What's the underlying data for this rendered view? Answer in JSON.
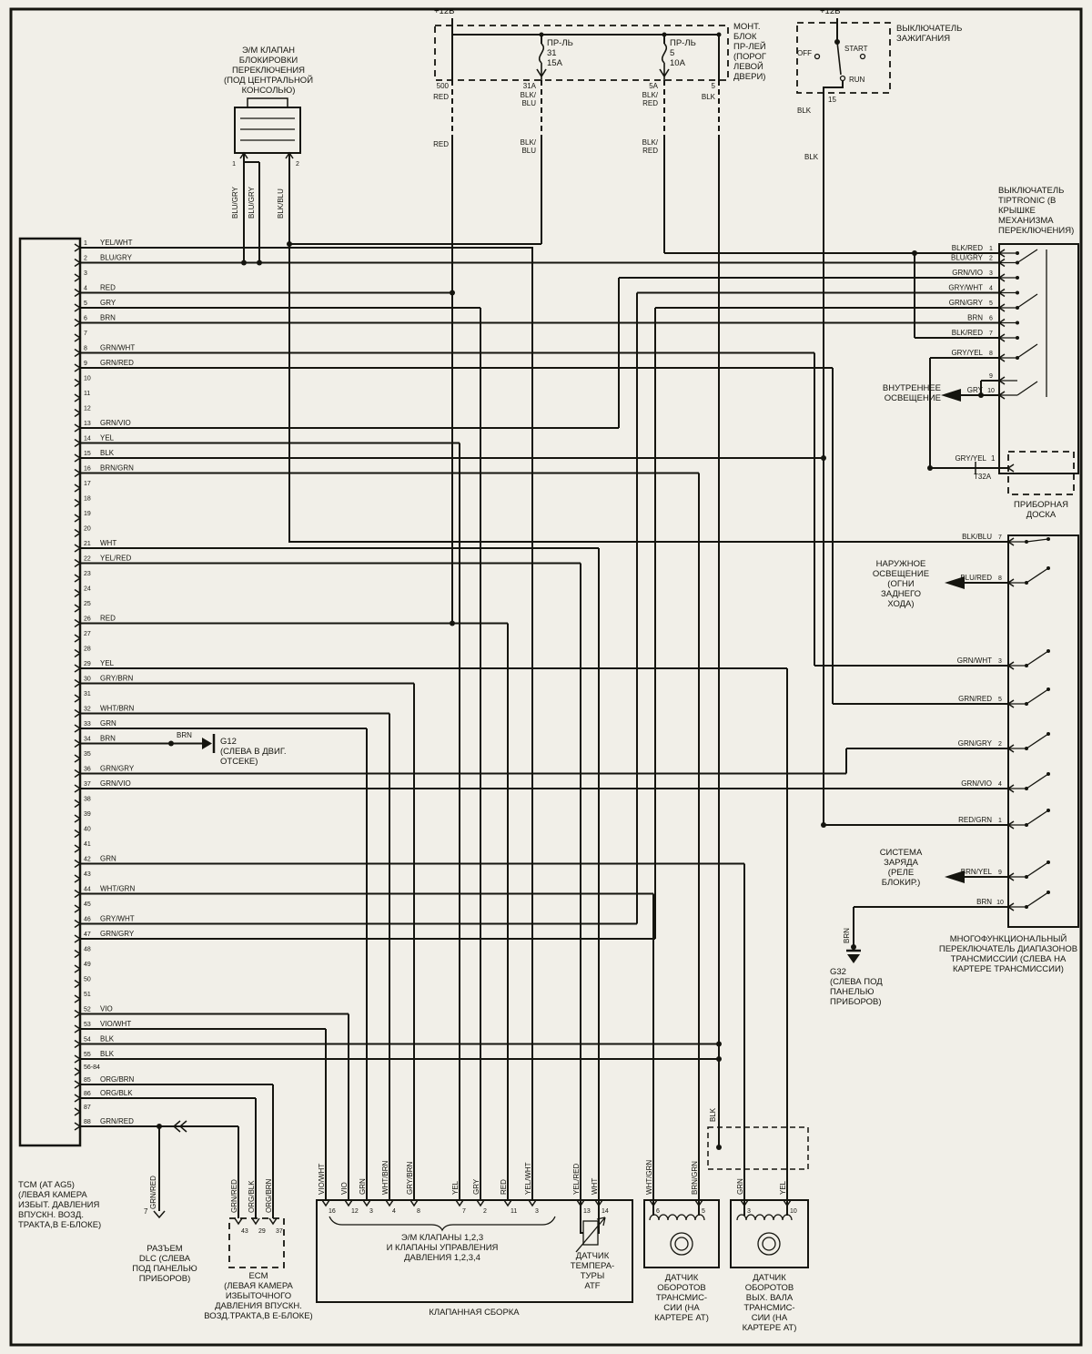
{
  "plus12_left": "+12В",
  "plus12_right": "+12В",
  "solenoid": {
    "label": "Э/М КЛАПАН\nБЛОКИРОВКИ\nПЕРЕКЛЮЧЕНИЯ\n(ПОД ЦЕНТРАЛЬНОЙ\nКОНСОЛЬЮ)",
    "pins": [
      {
        "n": "1",
        "w": "BLU/GRY"
      },
      {
        "n": "2",
        "w": "BLK/BLU"
      }
    ],
    "w_mid": "BLU/GRY"
  },
  "fusebox": {
    "label": "МОНТ.\nБЛОК\nПР-ЛЕЙ\n(ПОРОГ\nЛЕВОЙ\nДВЕРИ)",
    "fuse1": "ПР-ЛЬ\n31\n15А",
    "fuse2": "ПР-ЛЬ\n5\n10А",
    "terminals": [
      {
        "t": "500",
        "w": "RED"
      },
      {
        "t": "31А",
        "w": "BLK/\nBLU"
      },
      {
        "t": "5А",
        "w": "BLK/\nRED"
      },
      {
        "t": "5",
        "w": "BLK"
      }
    ],
    "wire_labels_2": [
      "RED",
      "BLK/\nBLU",
      "BLK/\nRED"
    ]
  },
  "ignition": {
    "label": "ВЫКЛЮЧАТЕЛЬ\nЗАЖИГАНИЯ",
    "off": "OFF",
    "start": "START",
    "run": "RUN",
    "terminal": "15",
    "wire": "BLK",
    "wire2": "BLK"
  },
  "tcm": {
    "label": "TCM (AT AG5)\n(ЛЕВАЯ КАМЕРА\nИЗБЫТ. ДАВЛЕНИЯ\nВПУСКН. ВОЗД.\nТРАКТА,В Е-БЛОКЕ)",
    "pins": [
      {
        "n": "1",
        "w": "YEL/WHT"
      },
      {
        "n": "2",
        "w": "BLU/GRY"
      },
      {
        "n": "3",
        "w": ""
      },
      {
        "n": "4",
        "w": "RED"
      },
      {
        "n": "5",
        "w": "GRY"
      },
      {
        "n": "6",
        "w": "BRN"
      },
      {
        "n": "7",
        "w": ""
      },
      {
        "n": "8",
        "w": "GRN/WHT"
      },
      {
        "n": "9",
        "w": "GRN/RED"
      },
      {
        "n": "10",
        "w": ""
      },
      {
        "n": "11",
        "w": ""
      },
      {
        "n": "12",
        "w": ""
      },
      {
        "n": "13",
        "w": "GRN/VIO"
      },
      {
        "n": "14",
        "w": "YEL"
      },
      {
        "n": "15",
        "w": "BLK"
      },
      {
        "n": "16",
        "w": "BRN/GRN"
      },
      {
        "n": "17",
        "w": ""
      },
      {
        "n": "18",
        "w": ""
      },
      {
        "n": "19",
        "w": ""
      },
      {
        "n": "20",
        "w": ""
      },
      {
        "n": "21",
        "w": "WHT"
      },
      {
        "n": "22",
        "w": "YEL/RED"
      },
      {
        "n": "23",
        "w": ""
      },
      {
        "n": "24",
        "w": ""
      },
      {
        "n": "25",
        "w": ""
      },
      {
        "n": "26",
        "w": "RED"
      },
      {
        "n": "27",
        "w": ""
      },
      {
        "n": "28",
        "w": ""
      },
      {
        "n": "29",
        "w": "YEL"
      },
      {
        "n": "30",
        "w": "GRY/BRN"
      },
      {
        "n": "31",
        "w": ""
      },
      {
        "n": "32",
        "w": "WHT/BRN"
      },
      {
        "n": "33",
        "w": "GRN"
      },
      {
        "n": "34",
        "w": "BRN"
      },
      {
        "n": "35",
        "w": ""
      },
      {
        "n": "36",
        "w": "GRN/GRY"
      },
      {
        "n": "37",
        "w": "GRN/VIO"
      },
      {
        "n": "38",
        "w": ""
      },
      {
        "n": "39",
        "w": ""
      },
      {
        "n": "40",
        "w": ""
      },
      {
        "n": "41",
        "w": ""
      },
      {
        "n": "42",
        "w": "GRN"
      },
      {
        "n": "43",
        "w": ""
      },
      {
        "n": "44",
        "w": "WHT/GRN"
      },
      {
        "n": "45",
        "w": ""
      },
      {
        "n": "46",
        "w": "GRY/WHT"
      },
      {
        "n": "47",
        "w": "GRN/GRY"
      },
      {
        "n": "48",
        "w": ""
      },
      {
        "n": "49",
        "w": ""
      },
      {
        "n": "50",
        "w": ""
      },
      {
        "n": "51",
        "w": ""
      },
      {
        "n": "52",
        "w": "VIO"
      },
      {
        "n": "53",
        "w": "VIO/WHT"
      },
      {
        "n": "54",
        "w": "BLK"
      },
      {
        "n": "55",
        "w": "BLK"
      },
      {
        "n": "56-84",
        "w": ""
      },
      {
        "n": "85",
        "w": "ORG/BRN"
      },
      {
        "n": "86",
        "w": "ORG/BLK"
      },
      {
        "n": "87",
        "w": ""
      },
      {
        "n": "88",
        "w": "GRN/RED"
      }
    ]
  },
  "tiptronic": {
    "label": "ВЫКЛЮЧАТЕЛЬ\nTIPTRONIC (В\nКРЫШКЕ\nМЕХАНИЗМА\nПЕРЕКЛЮЧЕНИЯ)",
    "pins": [
      {
        "n": "1",
        "w": "BLK/RED"
      },
      {
        "n": "2",
        "w": "BLU/GRY"
      },
      {
        "n": "3",
        "w": "GRN/VIO"
      },
      {
        "n": "4",
        "w": "GRY/WHT"
      },
      {
        "n": "5",
        "w": "GRN/GRY"
      },
      {
        "n": "6",
        "w": "BRN"
      },
      {
        "n": "7",
        "w": "BLK/RED"
      },
      {
        "n": "8",
        "w": "GRY/YEL"
      },
      {
        "n": "9",
        "w": ""
      },
      {
        "n": "10",
        "w": "GRY"
      }
    ]
  },
  "interior_light": {
    "label": "ВНУТРЕННЕЕ\nОСВЕЩЕНИЕ"
  },
  "panel": {
    "label": "ПРИБОРНАЯ\nДОСКА",
    "wire": "GRY/YEL",
    "pin": "1",
    "connector": "T32A"
  },
  "exterior_light": {
    "label": "НАРУЖНОЕ\nОСВЕЩЕНИЕ\n(ОГНИ\nЗАДНЕГО\nХОДА)"
  },
  "charge": {
    "label": "СИСТЕМА\nЗАРЯДА\n(РЕЛЕ\nБЛОКИР.)"
  },
  "multifunction": {
    "label": "МНОГОФУНКЦИОНАЛЬНЫЙ\nПЕРЕКЛЮЧАТЕЛЬ ДИАПАЗОНОВ\nТРАНСМИССИИ  (СЛЕВА НА\nКАРТЕРЕ ТРАНСМИССИИ)",
    "pins": [
      {
        "n": "7",
        "w": "BLK/BLU"
      },
      {
        "n": "8",
        "w": "BLU/RED"
      },
      {
        "n": "3",
        "w": "GRN/WHT"
      },
      {
        "n": "5",
        "w": "GRN/RED"
      },
      {
        "n": "2",
        "w": "GRN/GRY"
      },
      {
        "n": "4",
        "w": "GRN/VIO"
      },
      {
        "n": "1",
        "w": "RED/GRN"
      },
      {
        "n": "9",
        "w": "BRN/YEL"
      },
      {
        "n": "10",
        "w": "BRN"
      }
    ]
  },
  "g12": {
    "wire": "BRN",
    "label": "G12\n(СЛЕВА В ДВИГ.\nОТСЕКЕ)"
  },
  "g32": {
    "wire": "BRN",
    "label": "G32\n(СЛЕВА ПОД\nПАНЕЛЬЮ\nПРИБОРОВ)"
  },
  "valve": {
    "label": "КЛАПАННАЯ СБОРКА",
    "brace_label": "Э/М КЛАПАНЫ 1,2,3\nИ КЛАПАНЫ УПРАВЛЕНИЯ\nДАВЛЕНИЯ 1,2,3,4",
    "atf_label": "ДАТЧИК\nТЕМПЕРА-\nТУРЫ\nATF",
    "pins": [
      {
        "n": "16",
        "w": "VIO/WHT"
      },
      {
        "n": "12",
        "w": "VIO"
      },
      {
        "n": "3",
        "w": "GRN"
      },
      {
        "n": "4",
        "w": "WHT/BRN"
      },
      {
        "n": "8",
        "w": "GRY/BRN"
      },
      {
        "n": "7",
        "w": "YEL"
      },
      {
        "n": "2",
        "w": "GRY"
      },
      {
        "n": "11",
        "w": "RED"
      },
      {
        "n": "3",
        "w": "YEL/WHT"
      },
      {
        "n": "13",
        "w": "YEL/RED"
      },
      {
        "n": "14",
        "w": "WHT"
      }
    ]
  },
  "sensor1": {
    "label": "ДАТЧИК\nОБОРОТОВ\nТРАНСМИС-\nСИИ (НА\nКАРТЕРЕ АТ)",
    "pins": [
      {
        "n": "6",
        "w": "WHT/GRN"
      },
      {
        "n": "5",
        "w": "BRN/GRN"
      }
    ]
  },
  "sensor2": {
    "label": "ДАТЧИК\nОБОРОТОВ\nВЫХ. ВАЛА\nТРАНСМИС-\nСИИ (НА\nКАРТЕРЕ АТ)",
    "pins": [
      {
        "n": "3",
        "w": "GRN"
      },
      {
        "n": "10",
        "w": "YEL"
      }
    ]
  },
  "shield": {
    "w": "BLK"
  },
  "dlc": {
    "label": "РАЗЪЕМ\nDLC (СЛЕВА\nПОД ПАНЕЛЬЮ\nПРИБОРОВ)",
    "pin": "7",
    "w": "GRN/RED"
  },
  "ecm": {
    "label": "ECM\n(ЛЕВАЯ КАМЕРА\nИЗБЫТОЧНОГО\nДАВЛЕНИЯ ВПУСКН.\nВОЗД.ТРАКТА,В Е-БЛОКЕ)",
    "pins": [
      {
        "n": "43",
        "w": "GRN/RED"
      },
      {
        "n": "29",
        "w": "ORG/BLK"
      },
      {
        "n": "37",
        "w": "ORG/BRN"
      }
    ]
  }
}
